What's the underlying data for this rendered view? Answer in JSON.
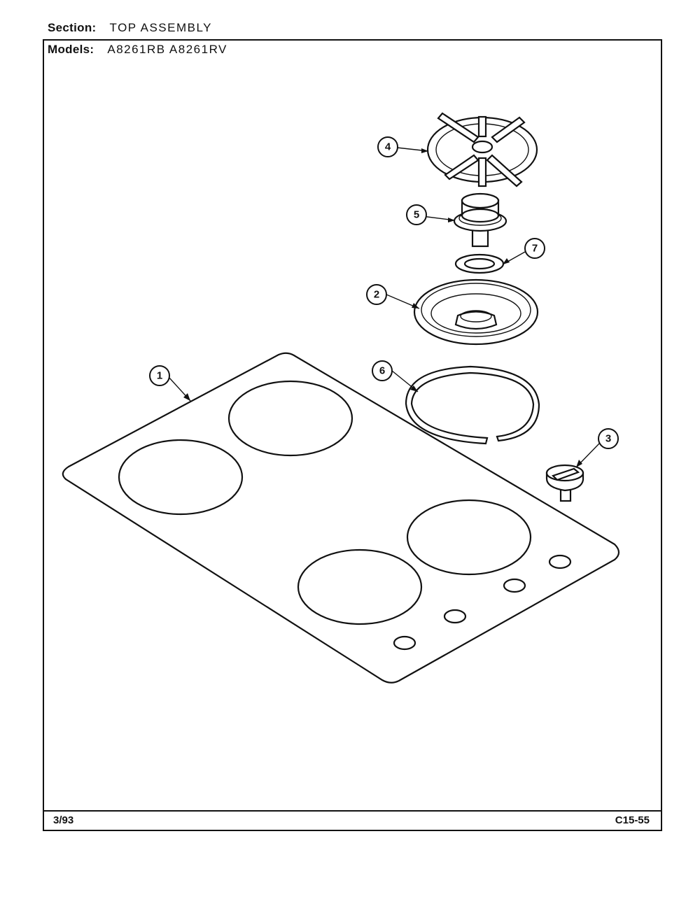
{
  "header": {
    "section_label": "Section:",
    "section_value": "TOP ASSEMBLY",
    "models_label": "Models:",
    "models_value": "A8261RB A8261RV"
  },
  "footer": {
    "date": "3/93",
    "page_ref": "C15-55"
  },
  "callouts": [
    {
      "id": "1",
      "part": "cooktop"
    },
    {
      "id": "2",
      "part": "burner-bowl"
    },
    {
      "id": "3",
      "part": "control-knob"
    },
    {
      "id": "4",
      "part": "burner-grate"
    },
    {
      "id": "5",
      "part": "burner-head"
    },
    {
      "id": "6",
      "part": "trim-ring"
    },
    {
      "id": "7",
      "part": "burner-washer"
    }
  ]
}
